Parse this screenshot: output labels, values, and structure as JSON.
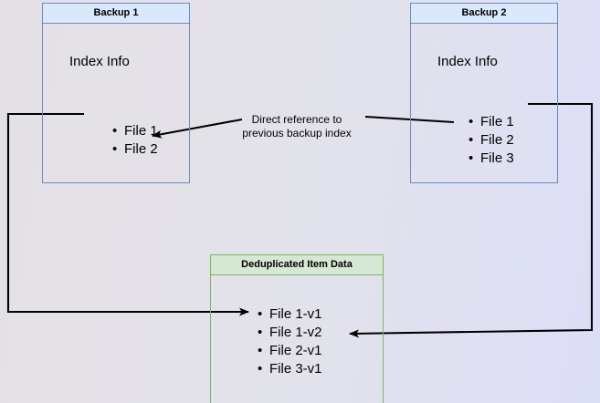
{
  "diagram": {
    "title": "Backup deduplication reference diagram",
    "background": {
      "gradient_from": "#e3e1e5",
      "gradient_to": "#dcdef6"
    },
    "colors": {
      "blue_fill": "#dae8fc",
      "blue_stroke": "#6c8ebf",
      "green_fill": "#d5e8d4",
      "green_stroke": "#82b366",
      "edge_stroke": "#000000"
    },
    "nodes": [
      {
        "id": "backup1",
        "header": "Backup 1",
        "body_title": "Index Info",
        "items": [
          "File 1",
          "File 2"
        ]
      },
      {
        "id": "backup2",
        "header": "Backup 2",
        "body_title": "Index Info",
        "items": [
          "File 1",
          "File 2",
          "File 3"
        ]
      },
      {
        "id": "dedup",
        "header": "Deduplicated Item Data",
        "body_title": "",
        "items": [
          "File 1-v1",
          "File 1-v2",
          "File 2-v1",
          "File 3-v1"
        ]
      }
    ],
    "labels": [
      {
        "id": "direct-reference",
        "line1": "Direct reference to",
        "line2": "previous backup index"
      }
    ]
  }
}
